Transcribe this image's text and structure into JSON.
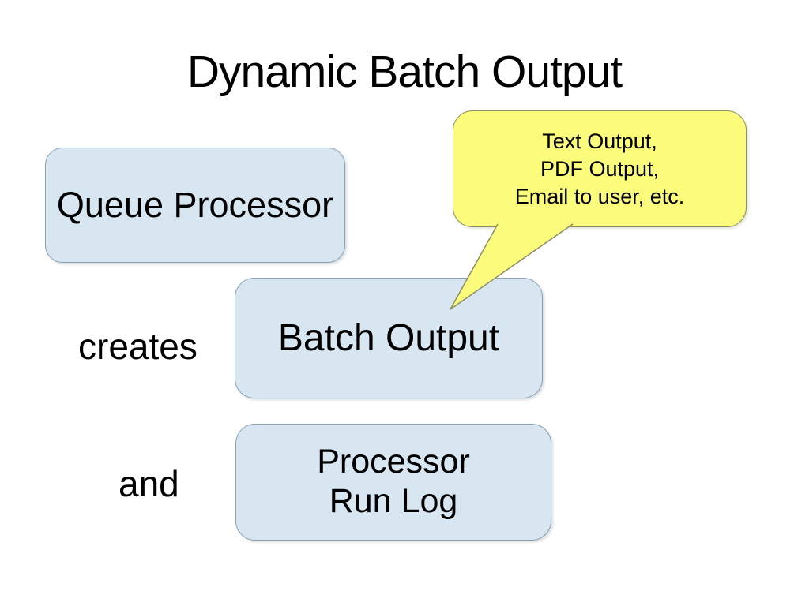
{
  "slide": {
    "title": "Dynamic Batch Output",
    "background_color": "#ffffff"
  },
  "shapes": {
    "queue_processor": {
      "label": "Queue Processor"
    },
    "batch_output": {
      "label": "Batch Output"
    },
    "processor_run_log": {
      "label": "Processor\nRun Log"
    }
  },
  "relation_labels": {
    "creates": "creates",
    "and": "and"
  },
  "callout": {
    "lines": [
      "Text Output,",
      "PDF Output,",
      "Email to user, etc."
    ],
    "fill_color": "#FBFB7C",
    "border_color": "#8D8D66",
    "points_to": "batch_output"
  },
  "colors": {
    "shape_fill": "#D8E6F1",
    "shape_border": "#8AA0B2",
    "text": "#000000"
  }
}
